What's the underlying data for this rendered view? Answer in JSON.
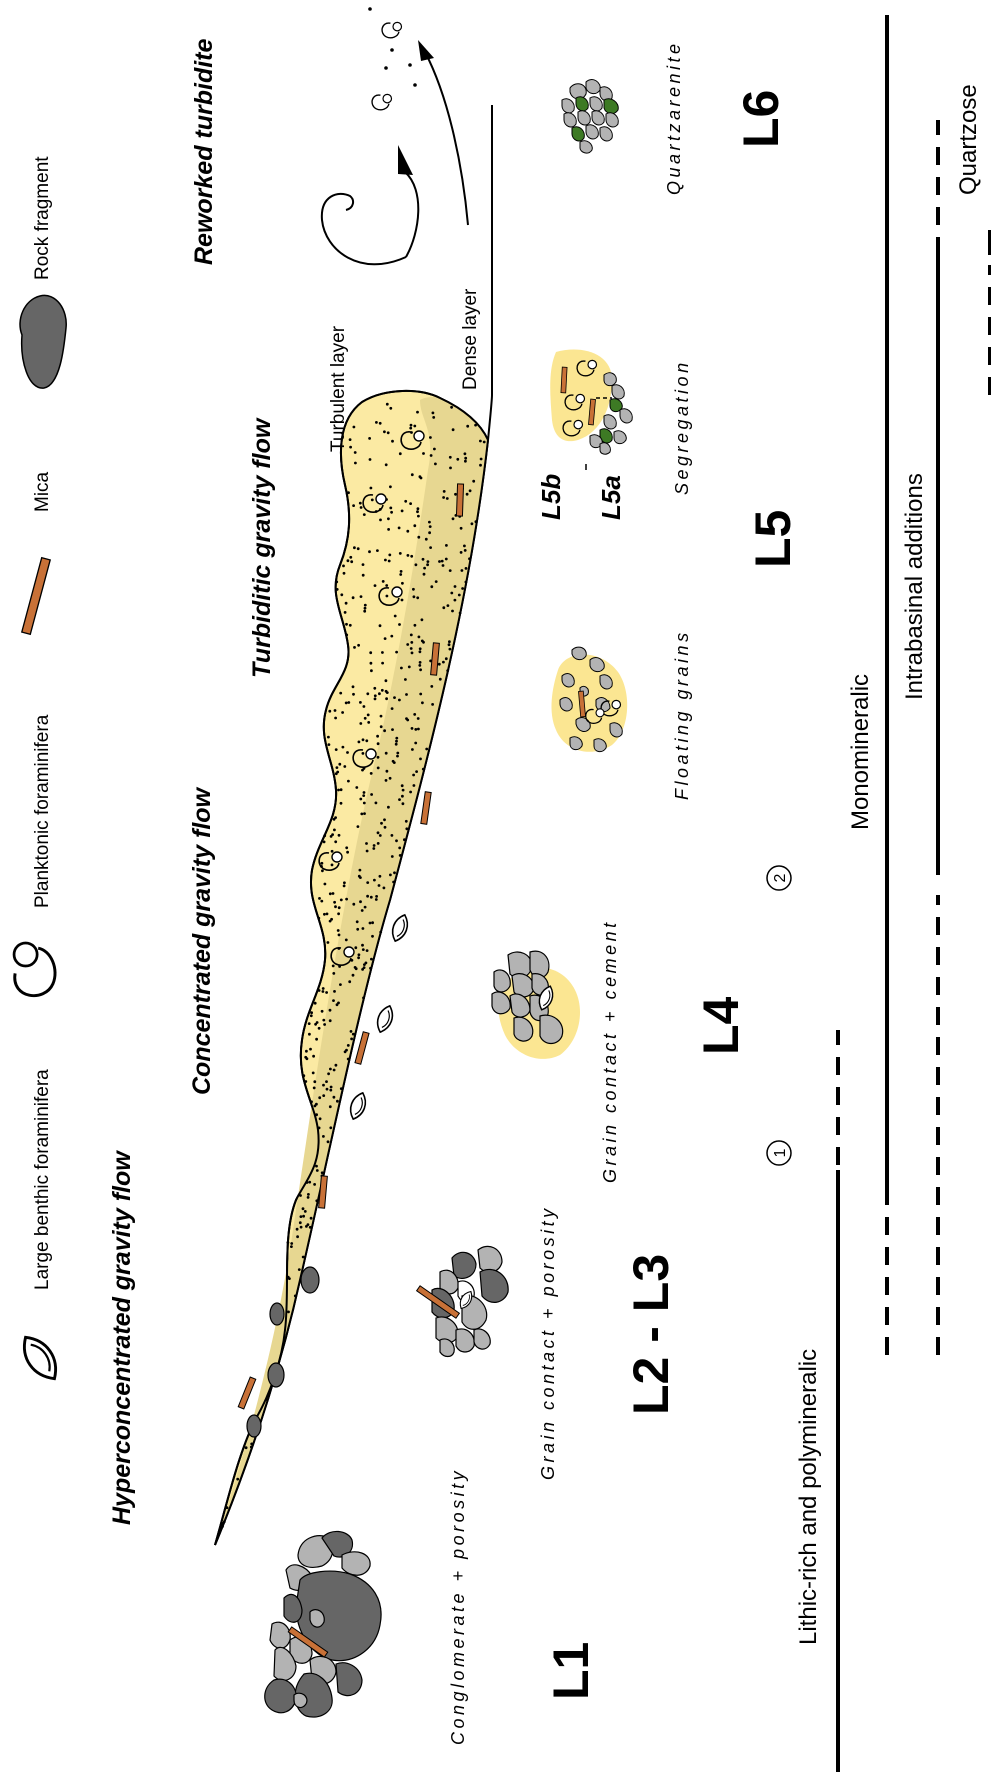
{
  "legend": {
    "large_benthic": "Large benthic foraminifera",
    "planktonic": "Planktonic foraminifera",
    "mica": "Mica",
    "rock_fragment": "Rock fragment"
  },
  "flows": {
    "hyperconcentrated": "Hyperconcentrated gravity flow",
    "concentrated": "Concentrated gravity flow",
    "turbiditic": "Turbiditic gravity flow",
    "reworked": "Reworked turbidite"
  },
  "layers": {
    "turbulent": "Turbulent layer",
    "dense": "Dense layer"
  },
  "textures": {
    "conglomerate": "Conglomerate + porosity",
    "grain_porosity": "Grain contact + porosity",
    "grain_cement": "Grain contact + cement",
    "floating": "Floating grains",
    "segregation": "Segregation",
    "quartzarenite": "Quartzarenite"
  },
  "facies": {
    "l1": "L1",
    "l2_l3": "L2 - L3",
    "l4": "L4",
    "l5": "L5",
    "l5a": "L5a",
    "l5b": "L5b",
    "l6": "L6",
    "marker1": "1",
    "marker2": "2"
  },
  "composition": {
    "lithic": "Lithic-rich and polymineralic",
    "monomineralic": "Monomineralic",
    "intrabasinal": "Intrabasinal additions",
    "quartzose": "Quartzose"
  },
  "colors": {
    "flow_light": "#fbeaa3",
    "flow_dark": "#e7d791",
    "rock_dark": "#666666",
    "rock_light": "#b3b3b3",
    "mica": "#c87137",
    "green_grain": "#3d7a24",
    "cement": "#fbe692"
  }
}
